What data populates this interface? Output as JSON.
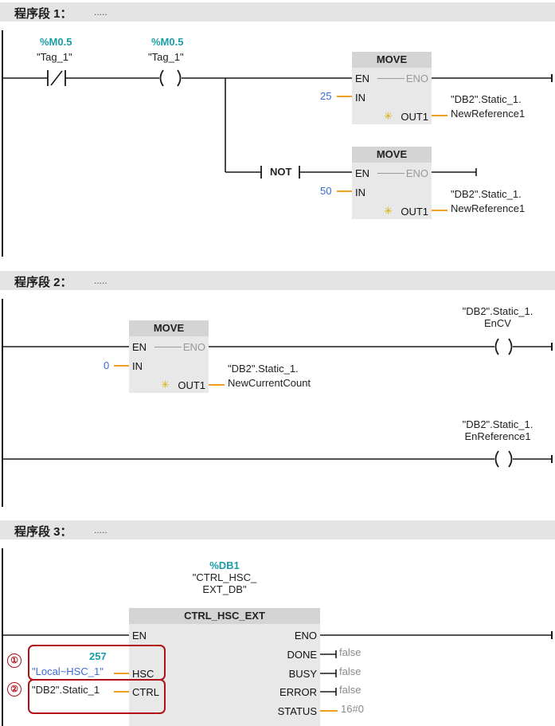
{
  "networks": [
    {
      "title": "程序段 1：",
      "comment": "....."
    },
    {
      "title": "程序段 2：",
      "comment": "....."
    },
    {
      "title": "程序段 3：",
      "comment": "....."
    }
  ],
  "nw1": {
    "contact": {
      "address": "%M0.5",
      "tag": "\"Tag_1\""
    },
    "coil": {
      "address": "%M0.5",
      "tag": "\"Tag_1\""
    },
    "move1": {
      "title": "MOVE",
      "en": "EN",
      "eno": "ENO",
      "in_pin": "IN",
      "in_value": "25",
      "out_pin": "OUT1",
      "out_line1": "\"DB2\".Static_1.",
      "out_line2": "NewReference1"
    },
    "not_label": "NOT",
    "move2": {
      "title": "MOVE",
      "en": "EN",
      "eno": "ENO",
      "in_pin": "IN",
      "in_value": "50",
      "out_pin": "OUT1",
      "out_line1": "\"DB2\".Static_1.",
      "out_line2": "NewReference1"
    }
  },
  "nw2": {
    "move": {
      "title": "MOVE",
      "en": "EN",
      "eno": "ENO",
      "in_pin": "IN",
      "in_value": "0",
      "out_pin": "OUT1",
      "out_line1": "\"DB2\".Static_1.",
      "out_line2": "NewCurrentCount"
    },
    "coil1": {
      "line1": "\"DB2\".Static_1.",
      "line2": "EnCV"
    },
    "coil2": {
      "line1": "\"DB2\".Static_1.",
      "line2": "EnReference1"
    }
  },
  "nw3": {
    "instance": {
      "address": "%DB1",
      "line1": "\"CTRL_HSC_",
      "line2": "EXT_DB\""
    },
    "block": {
      "title": "CTRL_HSC_EXT",
      "en": "EN",
      "eno": "ENO",
      "hsc": "HSC",
      "ctrl": "CTRL",
      "done": "DONE",
      "busy": "BUSY",
      "error": "ERROR",
      "status": "STATUS"
    },
    "hsc_value": "257",
    "hsc_tag": "\"Local~HSC_1\"",
    "ctrl_tag": "\"DB2\".Static_1",
    "done_value": "false",
    "busy_value": "false",
    "error_value": "false",
    "status_value": "16#0",
    "callout1": "①",
    "callout2": "②"
  },
  "colors": {
    "wire": "#1a1a1a",
    "param_wire": "#f0a020",
    "address": "#1a9da5",
    "constant": "#3a6bd8",
    "callout": "#b01018",
    "header_bg": "#e4e4e4",
    "box_bg": "#e8e8e8"
  }
}
